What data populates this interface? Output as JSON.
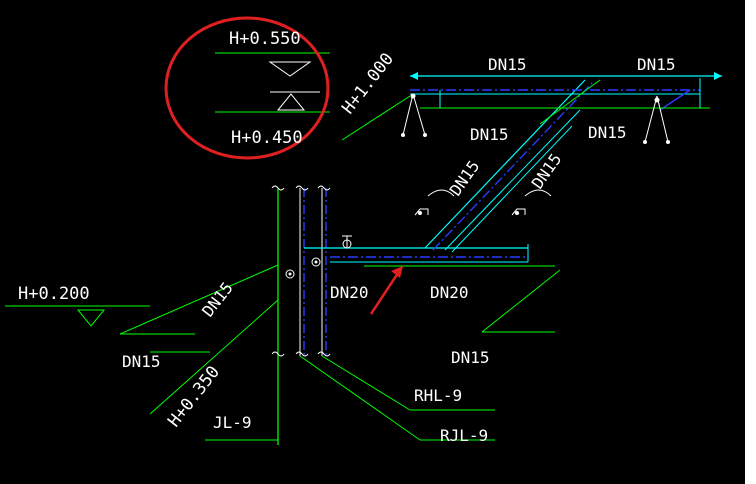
{
  "labels": {
    "h0550": "H+0.550",
    "h0450": "H+0.450",
    "h1000": "H+1.000",
    "h0200": "H+0.200",
    "h0350": "H+0.350",
    "dn15_top_left": "DN15",
    "dn15_top_right": "DN15",
    "dn15_mid_left": "DN15",
    "dn15_mid_right": "DN15",
    "dn15_diag_1": "DN15",
    "dn15_diag_2": "DN15",
    "dn15_left_diag": "DN15",
    "dn15_left": "DN15",
    "dn15_bottom": "DN15",
    "dn20_left": "DN20",
    "dn20_right": "DN20",
    "jl9": "JL-9",
    "rhl9": "RHL-9",
    "rjl9": "RJL-9"
  },
  "colors": {
    "background": "#000000",
    "pipe_cold": "#2a3cff",
    "pipe_hot": "#00ffff",
    "leader": "#00ff00",
    "text": "#ffffff",
    "highlight_circle": "#e02020",
    "arrow": "#e02020"
  }
}
